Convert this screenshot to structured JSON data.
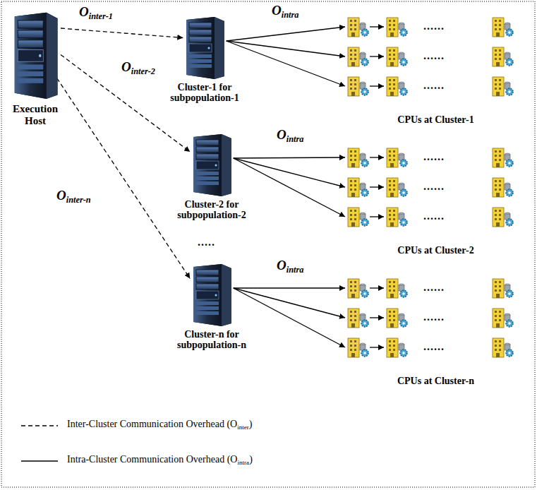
{
  "diagram": {
    "nodes": [
      {
        "text": [
          "Execution Host"
        ]
      },
      {
        "text": [
          "Cluster-1 for subpopulation-1"
        ]
      },
      {
        "text": [
          "CPUs at Cluster-1"
        ]
      },
      {
        "text": [
          "Cluster-2 for subpopulation-2"
        ]
      },
      {
        "text": [
          "CPUs at Cluster-2"
        ]
      },
      {
        "text": [
          "Cluster-n for subpopulation-n"
        ]
      },
      {
        "text": [
          "CPUs at Cluster-n"
        ]
      }
    ],
    "edges": [
      {
        "from": 0,
        "to": 1,
        "label": "Ointer-1",
        "arrow": "to"
      },
      {
        "from": 0,
        "to": 3,
        "label": "Ointer-2",
        "arrow": "to"
      },
      {
        "from": 0,
        "to": 5,
        "label": "Ointer-n",
        "arrow": "to"
      },
      {
        "from": 1,
        "to": 2,
        "label": "Ointra",
        "arrow": "to"
      },
      {
        "from": 1,
        "to": 2,
        "arrow": "to"
      },
      {
        "from": 1,
        "to": 2,
        "arrow": "to"
      },
      {
        "from": 3,
        "to": 4,
        "label": "Ointra",
        "arrow": "to"
      },
      {
        "from": 3,
        "to": 4,
        "arrow": "to"
      },
      {
        "from": 3,
        "to": 4,
        "arrow": "to"
      },
      {
        "from": 5,
        "to": 6,
        "label": "Ointra",
        "arrow": "to"
      },
      {
        "from": 5,
        "to": 6,
        "arrow": "to"
      },
      {
        "from": 5,
        "to": 6,
        "arrow": "to"
      }
    ],
    "labels": [
      ".....",
      "......",
      "......",
      "......",
      "......",
      "......",
      "......",
      "......",
      "......",
      "......"
    ],
    "legend": [
      {
        "text": "Inter-Cluster Communication Overhead (Ointer)"
      },
      {
        "text": "Intra-Cluster Communication Overhead (Ointra)"
      }
    ]
  }
}
